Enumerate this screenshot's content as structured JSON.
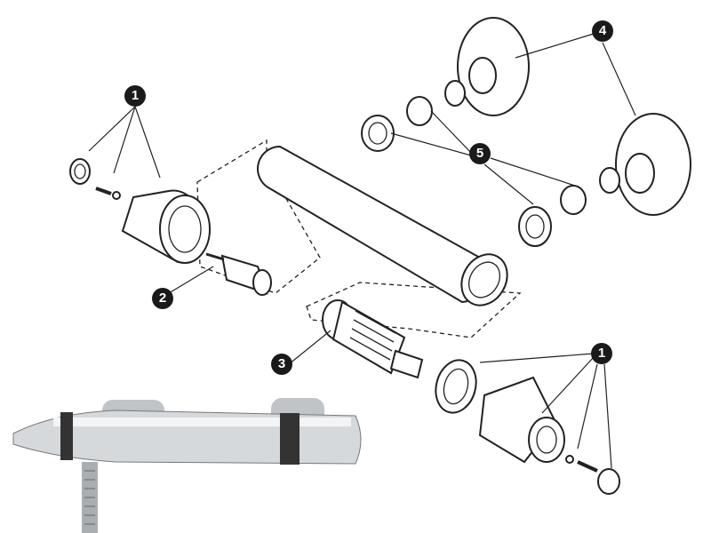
{
  "diagram": {
    "callouts": [
      {
        "id": "callout-1-left",
        "label": "1"
      },
      {
        "id": "callout-2",
        "label": "2"
      },
      {
        "id": "callout-3",
        "label": "3"
      },
      {
        "id": "callout-4",
        "label": "4"
      },
      {
        "id": "callout-5",
        "label": "5"
      },
      {
        "id": "callout-1-right",
        "label": "1"
      }
    ]
  }
}
